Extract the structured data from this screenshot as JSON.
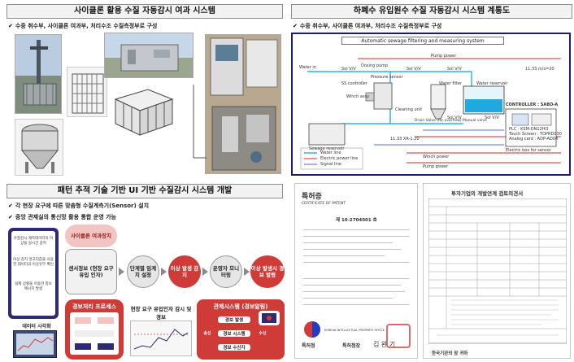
{
  "top_left": {
    "title": "사이클론 활용 수질 자동감시 여과 시스템",
    "bullet": "수중 취수부, 사이클론 여과부, 처리수조 수질측정부로 구성"
  },
  "top_right": {
    "title": "하폐수 유입원수 수질 자동감시 시스템 계통도",
    "bullet": "수중 취수부, 사이클론 여과부, 처리수조 수질측정부로 구성",
    "diagram": {
      "title": "Automatic sewage filtering and measuring system",
      "labels": {
        "pump_power": "Pump power",
        "dosing_pump": "Dosing pump",
        "water_in": "Water in",
        "sol_vv_1": "Sol V/V",
        "sol_vv_2": "Sol V/V",
        "sol_vv_3": "Sol V/V",
        "sol_vv_4": "Sol V/V",
        "pressure_sensor": "Pressure sensor",
        "ss_controller": "SS controller",
        "winch_assy": "Winch assy",
        "water_filter": "Water filter",
        "cleaning_unit": "Cleaning unit",
        "water_reservoir": "Water reservoir",
        "sol_vv_m": "Sol V/V",
        "sewage_reservoir": "Sewage reservoir",
        "drain_valve": "Drain Valve (for overflow) Manual valve",
        "controller": "CONTROLLER : SABO-A",
        "plc": "PLC : KSM-DN12HO",
        "touch_screen": "Touch Screen : TOPRD030",
        "analog_card": "Analog card : ADP-AD04",
        "electric_box": "Electric box for sensor",
        "winch_power": "Winch power",
        "pump_power_2": "Pump power",
        "legend_water": "Water line",
        "legend_electric": "Electric power line",
        "legend_signal": "Signal line",
        "top_right_spec": "11.33 m/s=20",
        "tag_1": "11.33 XR-1.20"
      }
    }
  },
  "bottom_left": {
    "title": "패턴 추적 기술 기반 UI 기반 수질감시 시스템 개발",
    "bullets": [
      "각 현장 요구에 따른 맞춤형 수질계측기(Sensor) 설치",
      "중앙 관제실의 통신망 활용 통합 운영 가능"
    ],
    "phone_texts": [
      "수질감시 계측데이터의 이상을 실시간 감지",
      "이상 감지 알고리즘을 사용한 데이터의 이상유무 확인",
      "실제 상황을 이용한 정보 메시지 발생"
    ],
    "web_label": "데이터 시각화",
    "cyclone_label": "사이클론 여과장치",
    "sensor_label": "센서정보 (현장 요구 유입 인자)",
    "steps": [
      "단계별 임계치 설정",
      "이상 발생 감지",
      "운영자 모니터링",
      "이상 발생시 경보 발령"
    ],
    "process_title": "경보처리 프로세스",
    "site_title": "현장 요구 유입인자 감시 및 경보",
    "control_title": "관제시스템 (경보알림)",
    "control_items": [
      "경보 발생",
      "경보 시스템",
      "경보 수신자"
    ],
    "side_labels": [
      "송신",
      "수신"
    ]
  },
  "certificate": {
    "heading": "특허증",
    "subheading": "CERTIFICATE OF PATENT",
    "number": "제 10-2704001 호",
    "issuer": "특허청",
    "issuer_en": "KOREAN INTELLECTUAL PROPERTY OFFICE",
    "commissioner": "특허청장",
    "stamp_sig": "김 완 기"
  },
  "form": {
    "title": "투자기업의 개발연계 검토의견서",
    "footer": "한국기관의 장 귀하"
  },
  "colors": {
    "diagram_frame": "#1b1b7a",
    "alert_red": "#cf3b36",
    "cyclone_pink": "#f3c5c2",
    "accent_navy": "#2d2c70",
    "water_line": "#00a3e0",
    "electric_line": "#e02020",
    "signal_line": "#1f3fbf"
  }
}
